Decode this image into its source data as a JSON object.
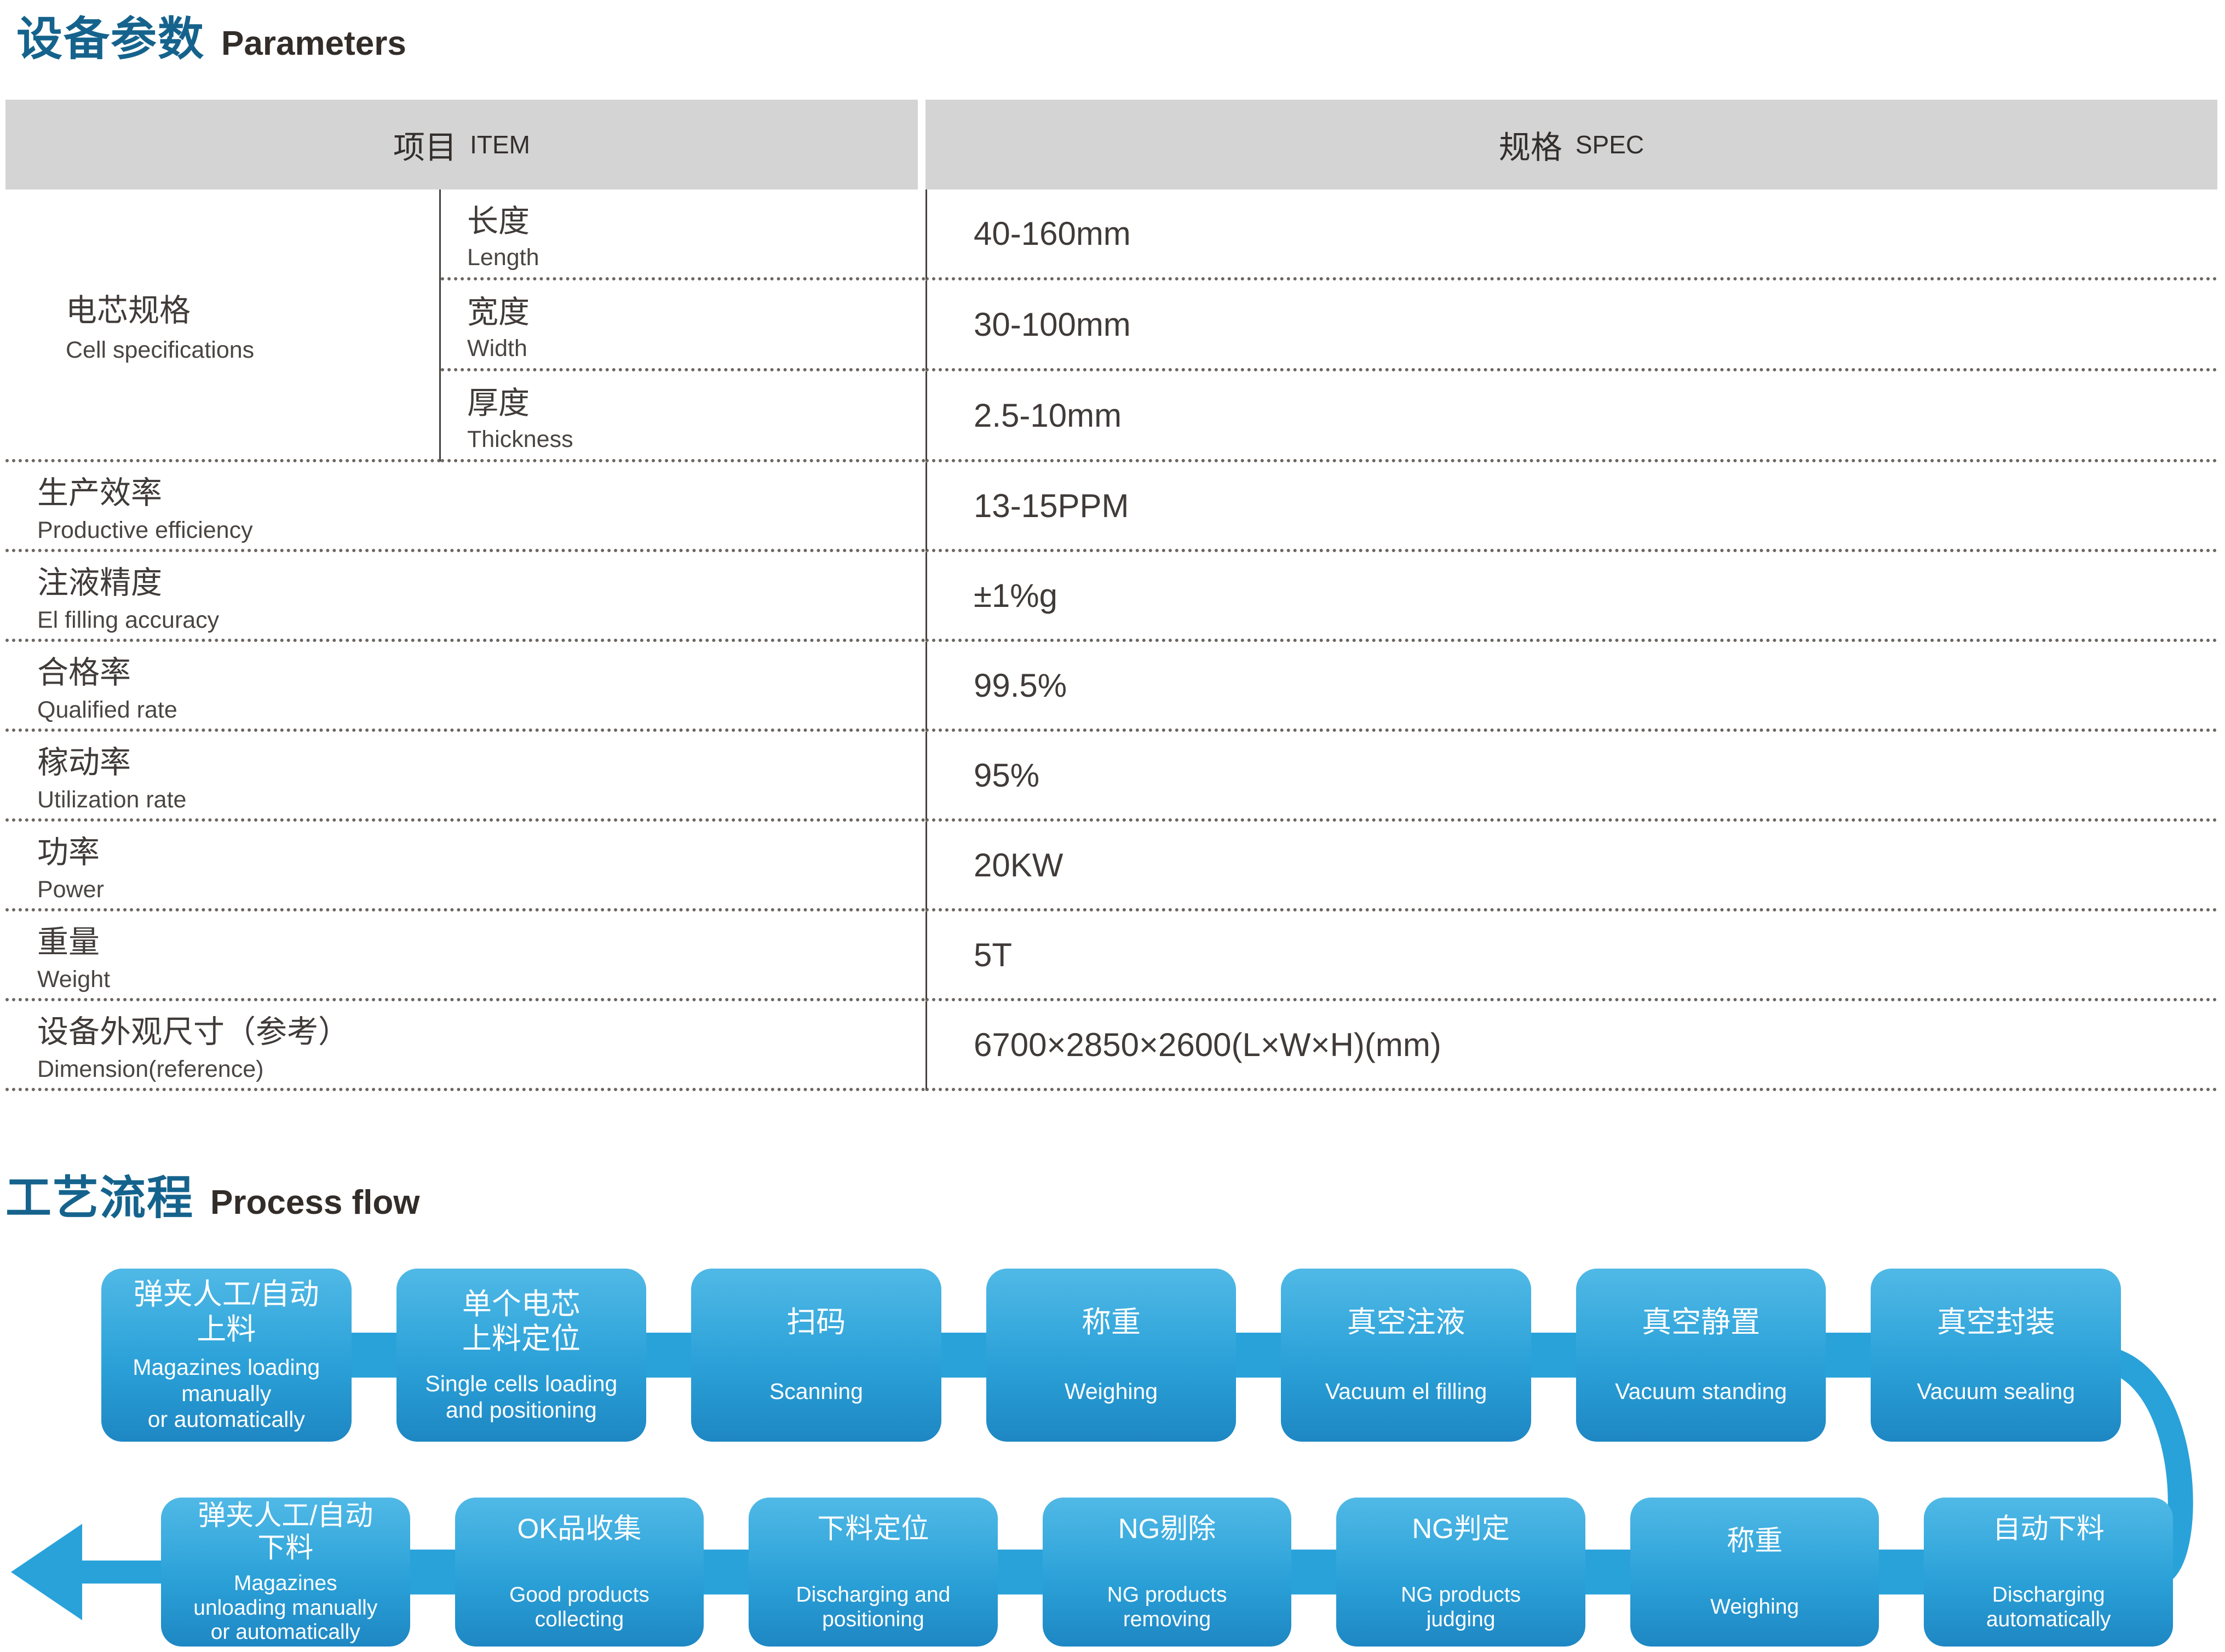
{
  "sections": {
    "parameters": {
      "title_zh": "设备参数",
      "title_en": "Parameters"
    },
    "process": {
      "title_zh": "工艺流程",
      "title_en": "Process flow"
    }
  },
  "table": {
    "header": {
      "item_zh": "项目",
      "item_en": "ITEM",
      "spec_zh": "规格",
      "spec_en": "SPEC"
    },
    "cell_group": {
      "zh": "电芯规格",
      "en": "Cell specifications",
      "subrows": [
        {
          "zh": "长度",
          "en": "Length",
          "spec": "40-160mm"
        },
        {
          "zh": "宽度",
          "en": "Width",
          "spec": "30-100mm"
        },
        {
          "zh": "厚度",
          "en": "Thickness",
          "spec": "2.5-10mm"
        }
      ]
    },
    "rows": [
      {
        "zh": "生产效率",
        "en": "Productive efficiency",
        "spec": "13-15PPM"
      },
      {
        "zh": "注液精度",
        "en": "El filling accuracy",
        "spec": "±1%g"
      },
      {
        "zh": "合格率",
        "en": "Qualified rate",
        "spec": "99.5%"
      },
      {
        "zh": "稼动率",
        "en": "Utilization rate",
        "spec": "95%"
      },
      {
        "zh": "功率",
        "en": "Power",
        "spec": "20KW"
      },
      {
        "zh": "重量",
        "en": "Weight",
        "spec": "5T"
      },
      {
        "zh": "设备外观尺寸（参考）",
        "en": "Dimension(reference)",
        "spec": "6700×2850×2600(L×W×H)(mm)"
      }
    ]
  },
  "flow": {
    "top": [
      {
        "zh": "弹夹人工/自动\n上料",
        "en": "Magazines loading\nmanually\nor automatically"
      },
      {
        "zh": "单个电芯\n上料定位",
        "en": "Single cells loading\nand positioning"
      },
      {
        "zh": "扫码",
        "en": "Scanning"
      },
      {
        "zh": "称重",
        "en": "Weighing"
      },
      {
        "zh": "真空注液",
        "en": "Vacuum el filling"
      },
      {
        "zh": "真空静置",
        "en": "Vacuum standing"
      },
      {
        "zh": "真空封装",
        "en": "Vacuum sealing"
      }
    ],
    "bottom": [
      {
        "zh": "弹夹人工/自动\n下料",
        "en": "Magazines\nunloading manually\nor automatically"
      },
      {
        "zh": "OK品收集",
        "en": "Good products\ncollecting"
      },
      {
        "zh": "下料定位",
        "en": "Discharging and\npositioning"
      },
      {
        "zh": "NG剔除",
        "en": "NG products\nremoving"
      },
      {
        "zh": "NG判定",
        "en": "NG products\njudging"
      },
      {
        "zh": "称重",
        "en": "Weighing"
      },
      {
        "zh": "自动下料",
        "en": "Discharging\nautomatically"
      }
    ]
  },
  "colors": {
    "accent_teal": "#15638d",
    "title_dark": "#332d2a",
    "header_gray": "#d4d4d4",
    "text_dark": "#403b39",
    "divider_solid": "#45403c",
    "divider_dotted": "#6b6661",
    "box_gradient_top": "#50b9e6",
    "box_gradient_bottom": "#1e87c3",
    "connector_blue": "#29a2da"
  }
}
